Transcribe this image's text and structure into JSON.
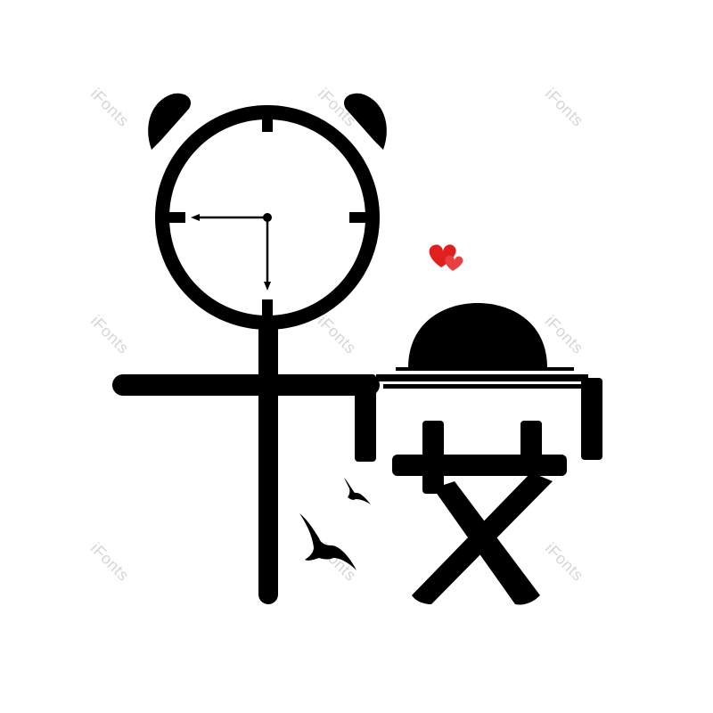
{
  "artwork": {
    "glyphs": [
      "早",
      "安"
    ],
    "ink_color": "#000000",
    "heart_color": "#e02020",
    "background": "#ffffff",
    "icons": [
      "alarm-clock-icon",
      "heart-icon",
      "bird-icon",
      "sun-icon"
    ]
  },
  "watermark": {
    "text": "iFonts",
    "color": "#d6d6d6"
  }
}
